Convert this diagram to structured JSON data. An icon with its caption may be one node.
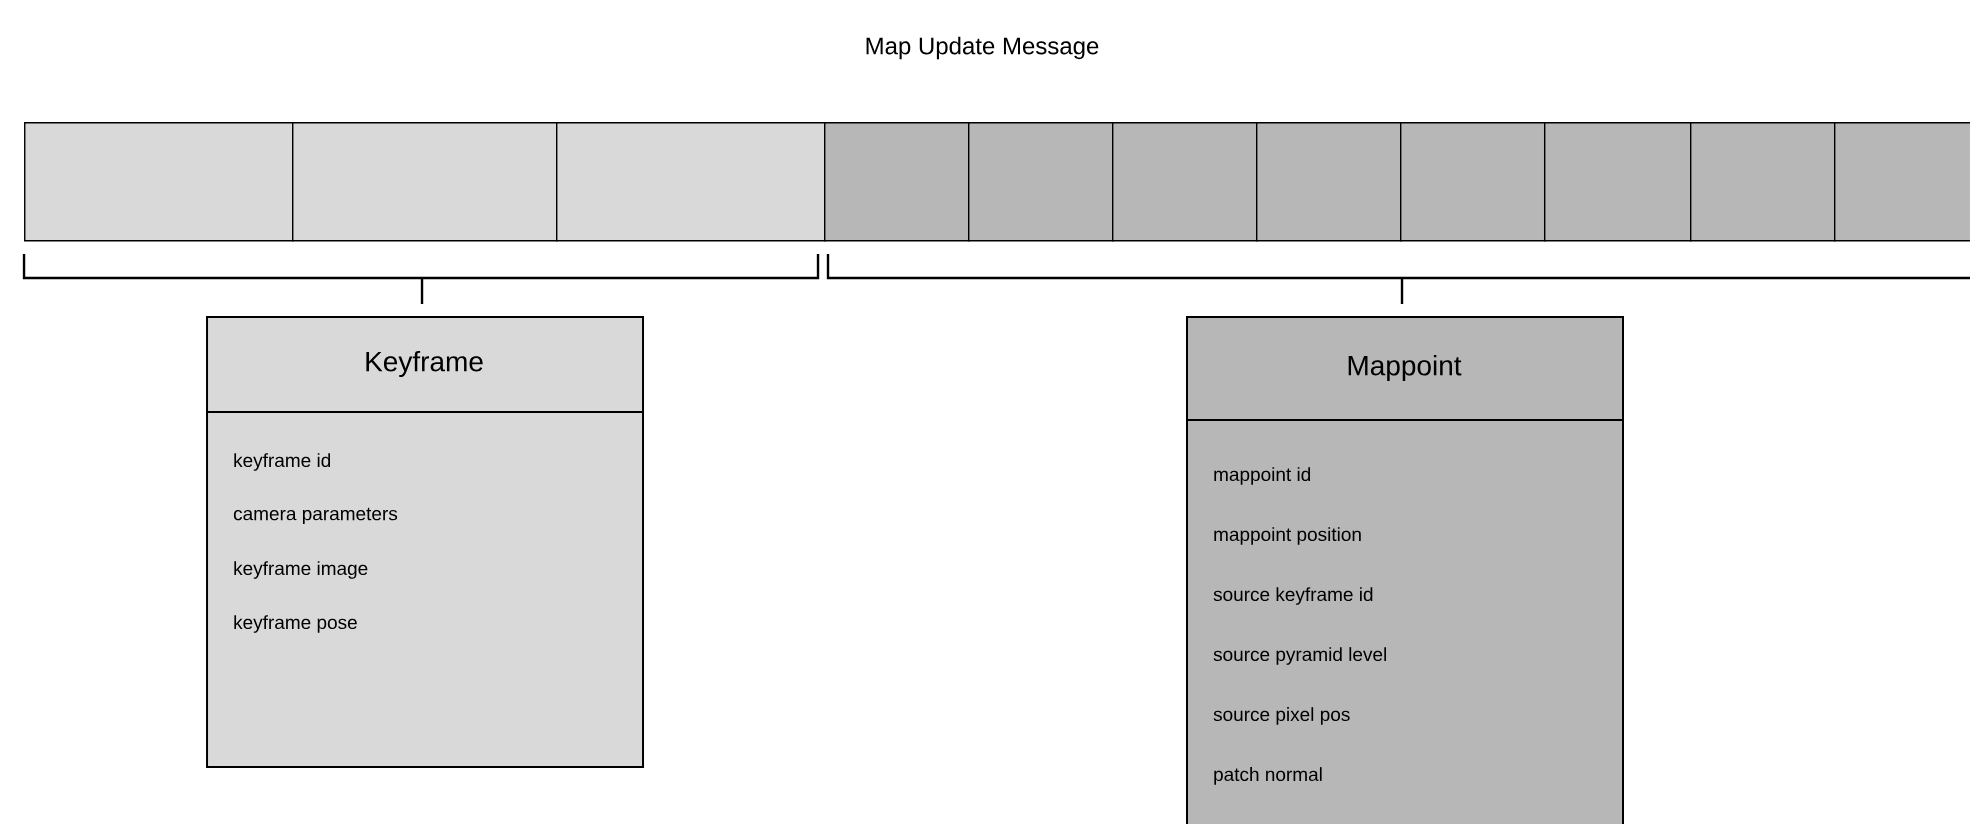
{
  "diagram": {
    "title": "Map Update Message",
    "nodes": [
      {
        "text": [],
        "shape": "box"
      },
      {
        "text": [],
        "shape": "box"
      },
      {
        "text": [],
        "shape": "box"
      },
      {
        "text": [],
        "shape": "box"
      },
      {
        "text": [],
        "shape": "box"
      },
      {
        "text": [],
        "shape": "box"
      },
      {
        "text": [],
        "shape": "box"
      },
      {
        "text": [],
        "shape": "box"
      },
      {
        "text": [],
        "shape": "box"
      },
      {
        "text": [],
        "shape": "box"
      },
      {
        "text": [],
        "shape": "box"
      },
      {
        "text": [
          "Keyframe",
          "keyframe id",
          "camera parameters",
          "keyframe image",
          "keyframe pose"
        ]
      },
      {
        "text": [
          "Mappoint",
          "mappoint id",
          "mappoint position",
          "source keyframe id",
          "source pyramid level",
          "source pixel pos",
          "patch normal"
        ]
      }
    ]
  }
}
